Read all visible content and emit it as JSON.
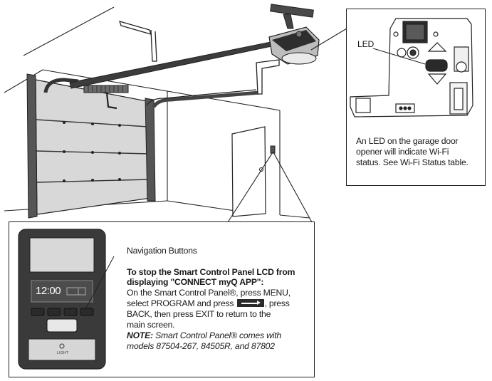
{
  "led_callout": {
    "label": "LED",
    "caption_line1": "An LED on the garage door",
    "caption_line2": "opener will indicate Wi-Fi",
    "caption_line3": "status. See Wi-Fi Status table."
  },
  "control_panel_callout": {
    "nav_label": "Navigation Buttons",
    "heading_line1": "To stop the Smart Control Panel LCD from",
    "heading_line2": "displaying \"CONNECT myQ APP\":",
    "body_line1": "On the Smart Control Panel®, press MENU,",
    "body_line2a": "select PROGRAM and press",
    "body_line2b": ", press",
    "body_line3": "BACK, then press EXIT to return to the",
    "body_line4": "main screen.",
    "note_label": "NOTE:",
    "note_line1": "Smart Control Panel® comes with",
    "note_line2": "models 87504-267, 84505R, and 87802",
    "lcd_time": "12:00",
    "light_label": "LIGHT"
  },
  "colors": {
    "line": "#222222",
    "door_fill": "#d9d9d9",
    "panel_body": "#3a3a3a",
    "rail": "#3c3c3c"
  }
}
